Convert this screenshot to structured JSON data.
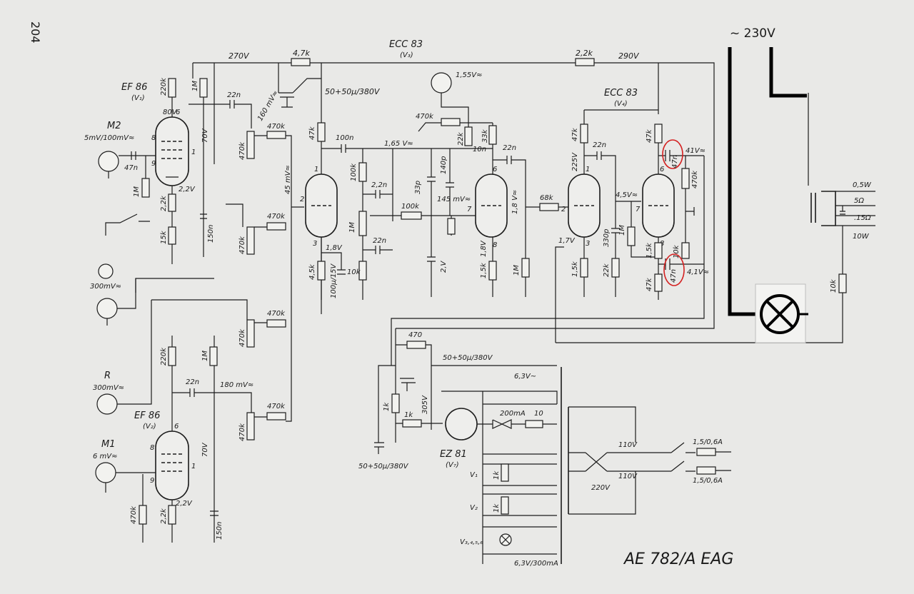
{
  "page": {
    "corner_mark": "204",
    "title": "AE 782/A   EAG",
    "mains_annotation": "~ 230V"
  },
  "tubes": {
    "v1": {
      "type": "EF 86",
      "designator": "(V₁)"
    },
    "v2": {
      "type": "EF 86",
      "designator": "(V₂)"
    },
    "v3": {
      "type": "ECC 83",
      "designator": "(V₃)"
    },
    "v4": {
      "type": "ECC 83",
      "designator": "(V₄)"
    },
    "v7": {
      "type": "EZ 81",
      "designator": "(V₇)"
    }
  },
  "inputs": {
    "m2": {
      "name": "M2",
      "level": "5mV/100mV≈"
    },
    "gram": {
      "level": "300mV≈"
    },
    "r": {
      "name": "R",
      "level": "300mV≈"
    },
    "m1": {
      "name": "M1",
      "level": "6 mV≈"
    }
  },
  "voltages": {
    "b270": "270V",
    "b290": "290V",
    "v80": "80V",
    "v70a": "70V",
    "v22a": "2,2V",
    "v160": "160 mV≈",
    "v45": "45 mV≈",
    "v165": "1,65 V≈",
    "v155": "1,55V≈",
    "v145": "145 mV≈",
    "v18a": "1,8V",
    "v18b": "1,8 V≈",
    "v225": "225V",
    "v45b": "4,5V≈",
    "v41a": "41V≈",
    "v41b": "4,1V≈",
    "v17": "1,7V",
    "v180": "180 mV≈",
    "v70b": "70V",
    "v22b": "2,2V",
    "v305": "305V",
    "v63": "6,3V~",
    "v110a": "110V",
    "v110b": "110V",
    "v220": "220V",
    "v18c": "1,8V",
    "v2v": "2,V"
  },
  "parts": {
    "r4k7": "4,7k",
    "r2k2": "2,2k",
    "c5050a": "50+50µ/380V",
    "c5050b": "50+50µ/380V",
    "c5050c": "50+50µ/380V",
    "r220a": "220k",
    "r1ma": "1M",
    "c22a": "22n",
    "c47a": "47n",
    "r1mb": "1M",
    "r2k2b": "2,2k",
    "r15k": "15k",
    "c150a": "150n",
    "p470a": "470k",
    "r470a": "470k",
    "p470b": "470k",
    "r470b": "470k",
    "p470c": "470k",
    "r470c": "470k",
    "p470d": "470k",
    "r470d": "470k",
    "r47ka": "47k",
    "c100n": "100n",
    "r100k": "100k",
    "c22b": "2,2n",
    "p1m": "1M",
    "c22c": "22n",
    "r4k5": "4,5k",
    "c100u": "100µ/15V",
    "r10ka": "10k",
    "r100kb": "100k",
    "c33p": "33p",
    "c140p": "140p",
    "r470c2": "470k",
    "r22k": "22k",
    "r33k": "33k",
    "c10n": "10n",
    "c22d": "22n",
    "r15kb": "1,5k",
    "r1mc": "1M",
    "r68k": "68k",
    "r47kb": "47k",
    "c22e": "22n",
    "c330p": "330p",
    "r22kb": "22k",
    "r15kc": "1,5k",
    "r47kc": "47k",
    "c47b": "47n",
    "r470e": "470k",
    "r15kd": "1,5k",
    "r10kb": "10k",
    "c47c": "47n",
    "r47kd": "47k",
    "r1md": "1M",
    "r220b": "220k",
    "r1me": "1M",
    "c22f": "22n",
    "r470f": "470k",
    "r2k2c": "2,2k",
    "c150b": "150n",
    "r470": "470",
    "r1k": "1k",
    "r1kb": "1k",
    "r10": "10",
    "d200": "200mA",
    "f1": "1,5/0,6A",
    "f2": "1,5/0,6A",
    "r10kc": "10k",
    "spk1": "0,5W",
    "spk2": "5Ω",
    "spk3": ".15Ω",
    "spk4": "10W",
    "p1k1": "1k",
    "p1k2": "1k"
  },
  "heater": {
    "v1": "V₁",
    "v2": "V₂",
    "lamps": "V₃,₄,₅,₆",
    "rating": "6,3V/300mA"
  },
  "pins": {
    "p6a": "6",
    "p8a": "8",
    "p9a": "9",
    "p1a": "1",
    "p2": "2",
    "p3": "3",
    "p1b": "1",
    "p6b": "6",
    "p7": "7",
    "p8b": "8",
    "p1c": "1",
    "p2c": "2",
    "p3c": "3",
    "p6c": "6",
    "p7c": "7",
    "p8c": "8",
    "p6d": "6",
    "p8d": "8",
    "p9d": "9",
    "p1d": "1"
  }
}
